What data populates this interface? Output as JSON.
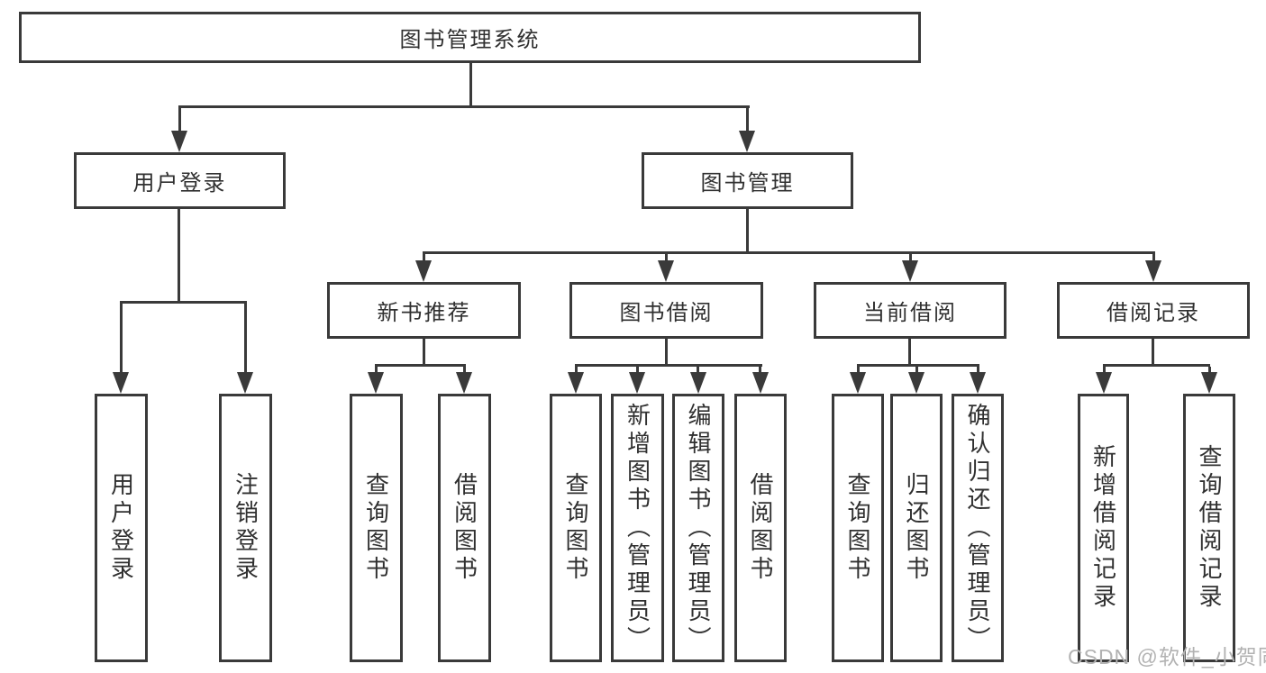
{
  "tree": {
    "label": "图书管理系统",
    "children": [
      {
        "label": "用户登录",
        "children": [
          {
            "label": "用户登录"
          },
          {
            "label": "注销登录"
          }
        ]
      },
      {
        "label": "图书管理",
        "children": [
          {
            "label": "新书推荐",
            "children": [
              {
                "label": "查询图书"
              },
              {
                "label": "借阅图书"
              }
            ]
          },
          {
            "label": "图书借阅",
            "children": [
              {
                "label": "查询图书"
              },
              {
                "label": "新增图书（管理员）"
              },
              {
                "label": "编辑图书（管理员）"
              },
              {
                "label": "借阅图书"
              }
            ]
          },
          {
            "label": "当前借阅",
            "children": [
              {
                "label": "查询图书"
              },
              {
                "label": "归还图书"
              },
              {
                "label": "确认归还（管理员）"
              }
            ]
          },
          {
            "label": "借阅记录",
            "children": [
              {
                "label": "新增借阅记录"
              },
              {
                "label": "查询借阅记录"
              }
            ]
          }
        ]
      }
    ]
  },
  "watermark": {
    "text": "CSDN @软件_小贺同学"
  },
  "colors": {
    "line": "#3a3a3a",
    "text": "#303030",
    "watermark": "#b2b2b2",
    "background": "#ffffff"
  }
}
